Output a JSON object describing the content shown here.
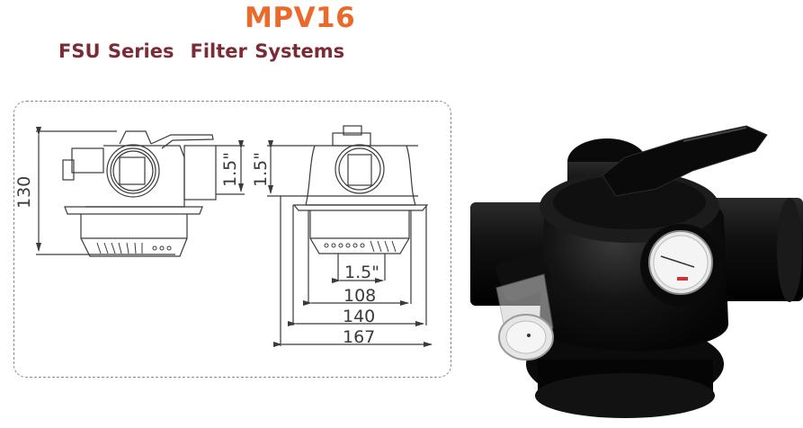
{
  "header": {
    "title": "MPV16",
    "subtitle_series": "FSU Series",
    "subtitle_product": "Filter Systems"
  },
  "colors": {
    "accent": "#ea6a2c",
    "subtitle": "#7b2b36",
    "line": "#3a3a3a",
    "valve_body": "#0d0d0d"
  },
  "side_view": {
    "height_label": "130",
    "port_label": "1.5\""
  },
  "front_view": {
    "port_label": "1.5\"",
    "bottom_port_label": "1.5\"",
    "dim_108": "108",
    "dim_140": "140",
    "dim_167": "167"
  },
  "photo": {
    "alt": "Black multiport valve with pressure gauge and sight glass"
  }
}
